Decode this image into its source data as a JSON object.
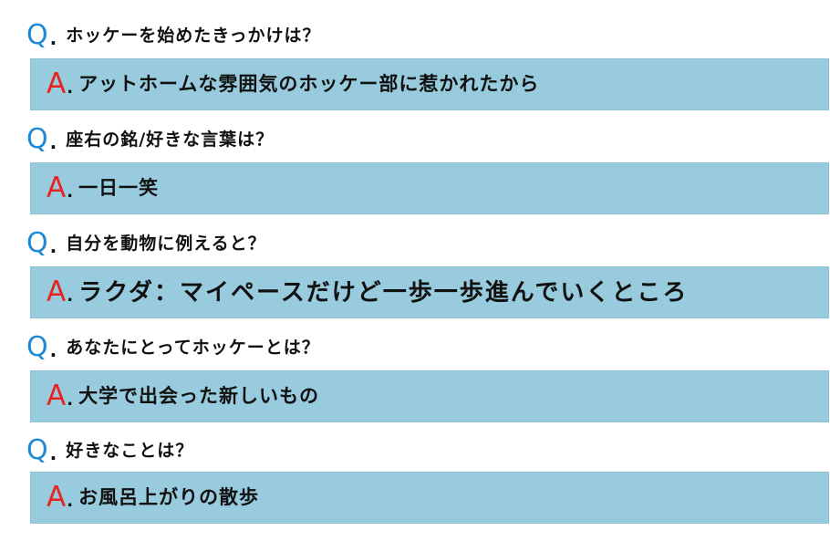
{
  "colors": {
    "question_letter": "#1e8ad6",
    "answer_letter": "#e8231f",
    "answer_box": "#97cbdd",
    "text": "#111111"
  },
  "q_letter": "Q",
  "a_letter": "A",
  "dot": ".",
  "items": [
    {
      "question": "ホッケーを始めたきっかけは？",
      "answer": "アットホームな雰囲気のホッケー部に惹かれたから"
    },
    {
      "question": "座右の銘/好きな言葉は？",
      "answer": "一日一笑"
    },
    {
      "question": "自分を動物に例えると？",
      "answer": "ラクダ：マイペースだけど一歩一歩進んでいくところ"
    },
    {
      "question": "あなたにとってホッケーとは？",
      "answer": "大学で出会った新しいもの"
    },
    {
      "question": "好きなことは？",
      "answer": "お風呂上がりの散歩"
    }
  ]
}
